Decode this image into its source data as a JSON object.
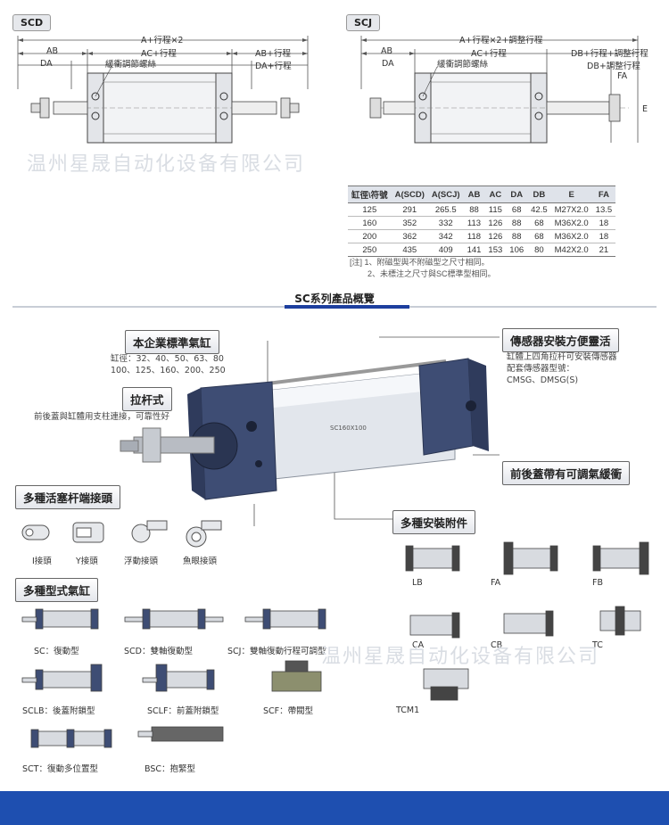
{
  "drawings": {
    "scd": {
      "tag": "SCD",
      "dim_top": "A+行程×2",
      "dim_ab": "AB",
      "dim_ac": "AC+行程",
      "dim_ab_stroke": "AB+行程",
      "dim_da": "DA",
      "dim_da_stroke": "DA+行程",
      "note": "緩衝調節螺絲"
    },
    "scj": {
      "tag": "SCJ",
      "dim_top": "A+行程×2+調整行程",
      "dim_ab": "AB",
      "dim_ac": "AC+行程",
      "dim_db": "DB+行程+調整行程",
      "dim_da": "DA",
      "dim_db2": "DB+調整行程",
      "dim_fa": "FA",
      "dim_e": "E",
      "note": "緩衝調節螺絲"
    }
  },
  "watermark": "温州星晟自动化设备有限公司",
  "spec_table": {
    "headers": [
      "缸徑\\符號",
      "A(SCD)",
      "A(SCJ)",
      "AB",
      "AC",
      "DA",
      "DB",
      "E",
      "FA"
    ],
    "rows": [
      [
        "125",
        "291",
        "265.5",
        "88",
        "115",
        "68",
        "42.5",
        "M27X2.0",
        "13.5"
      ],
      [
        "160",
        "352",
        "332",
        "113",
        "126",
        "88",
        "68",
        "M36X2.0",
        "18"
      ],
      [
        "200",
        "362",
        "342",
        "118",
        "126",
        "88",
        "68",
        "M36X2.0",
        "18"
      ],
      [
        "250",
        "435",
        "409",
        "141",
        "153",
        "106",
        "80",
        "M42X2.0",
        "21"
      ]
    ]
  },
  "notes": {
    "line1": "[注] 1、附磁型與不附磁型之尺寸相同。",
    "line2": "2、未標注之尺寸與SC標準型相同。"
  },
  "overview": {
    "title": "SC系列產品概覽",
    "standard": {
      "label": "本企業標準氣缸",
      "desc1": "缸徑：32、40、50、63、80",
      "desc2": "100、125、160、200、250"
    },
    "tierod": {
      "label": "拉杆式",
      "desc": "前後蓋與缸體用支柱連接，可靠性好"
    },
    "sensor": {
      "label": "傳感器安裝方便靈活",
      "desc1": "缸體上四角拉杆可安裝傳感器",
      "desc2": "配套傳感器型號：",
      "desc3": "CMSG、DMSG(S)"
    },
    "cushion": {
      "label": "前後蓋帶有可調氣緩衝"
    },
    "rod_ends": {
      "label": "多種活塞杆端接頭",
      "items": [
        "I接頭",
        "Y接頭",
        "浮動接頭",
        "魚眼接頭"
      ]
    },
    "accessories": {
      "label": "多種安裝附件",
      "items": [
        "LB",
        "FA",
        "FB",
        "CA",
        "CB",
        "TC",
        "TCM1"
      ]
    },
    "types": {
      "label": "多種型式氣缸",
      "items": [
        "SC：復動型",
        "SCD：雙軸復動型",
        "SCJ：雙軸復動行程可調型",
        "SCLB：後蓋附鎖型",
        "SCLF：前蓋附鎖型",
        "SCF：帶閥型",
        "SCT：復動多位置型",
        "BSC：抱緊型"
      ]
    },
    "cylinder_label": "SC160X100"
  },
  "colors": {
    "accent": "#1e4fb0",
    "endcap": "#3e4d74",
    "body": "#dfe3ea"
  }
}
